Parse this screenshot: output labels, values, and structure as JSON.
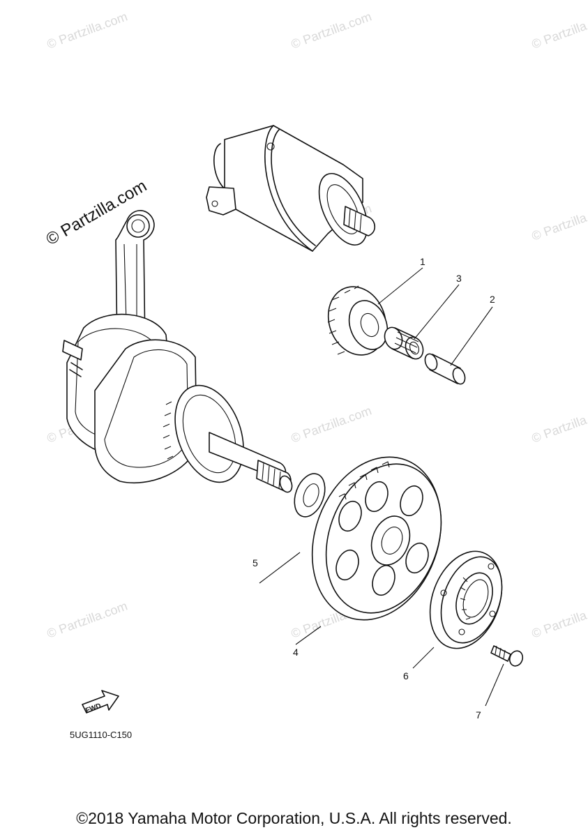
{
  "watermark": "© Partzilla.com",
  "diagram_code": "5UG1110-C150",
  "fwd_label": "FWD",
  "copyright": "©2018 Yamaha Motor Corporation, U.S.A. All rights reserved.",
  "callouts": [
    "1",
    "2",
    "3",
    "4",
    "5",
    "6",
    "7"
  ]
}
